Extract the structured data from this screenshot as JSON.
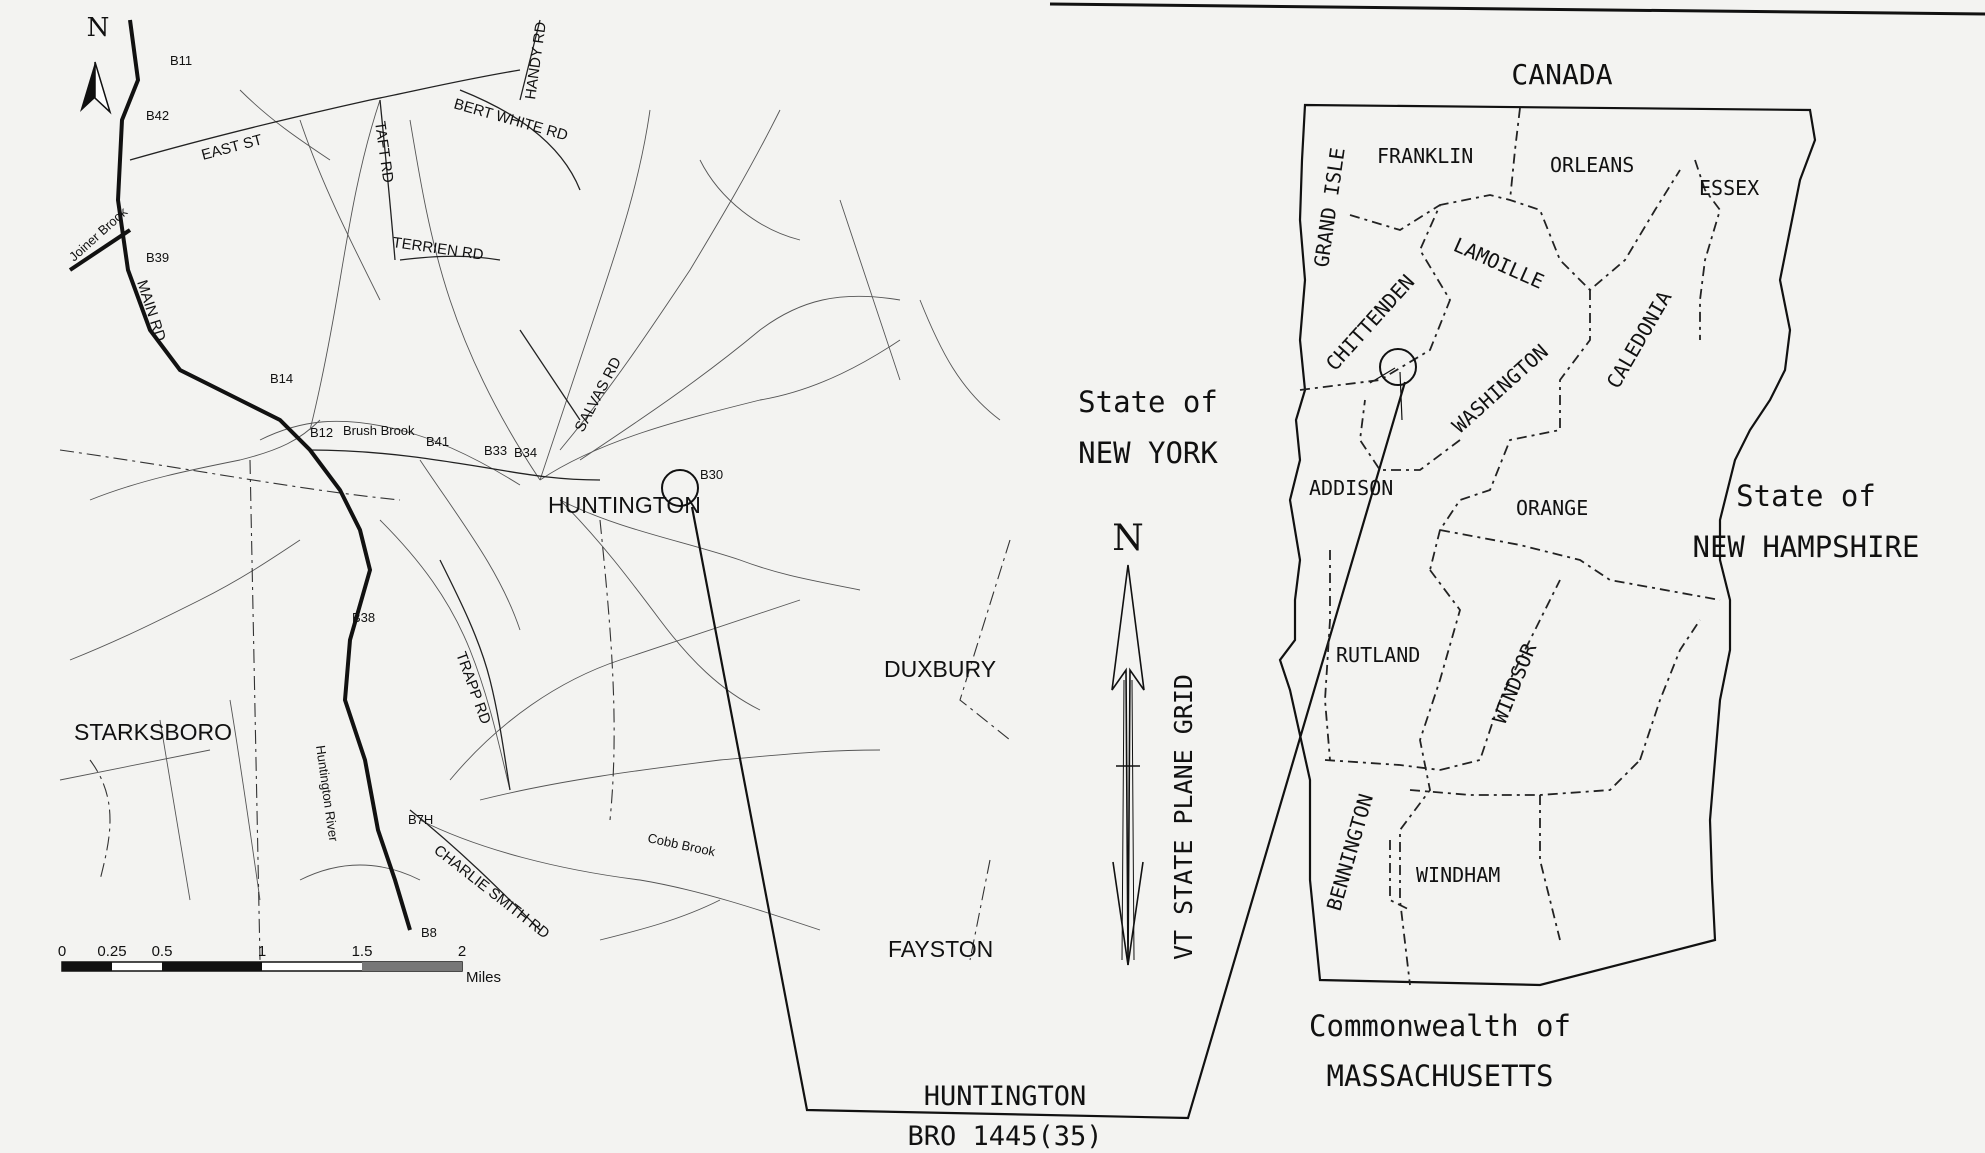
{
  "locator_map": {
    "north_label": "N",
    "towns": [
      "HUNTINGTON",
      "STARKSBORO",
      "DUXBURY",
      "FAYSTON"
    ],
    "roads": [
      "EAST ST",
      "BERT WHITE RD",
      "HANDY RD",
      "TAFT RD",
      "TERRIEN RD",
      "MAIN RD",
      "SALVAS RD",
      "TRAPP RD",
      "CHARLIE SMITH RD"
    ],
    "streams": [
      "Joiner Brook",
      "Brush Brook",
      "Huntington River",
      "Cobb Brook"
    ],
    "bridges": [
      "B11",
      "B42",
      "B39",
      "B14",
      "B12",
      "B41",
      "B33",
      "B34",
      "B30",
      "B38",
      "B7H",
      "B8"
    ],
    "scale": {
      "ticks": [
        "0",
        "0.25",
        "0.5",
        "1",
        "1.5",
        "2"
      ],
      "unit": "Miles"
    }
  },
  "grid_arrow": {
    "north_label": "N",
    "label": "VT STATE PLANE GRID"
  },
  "vermont_inset": {
    "neighbors": {
      "north": "CANADA",
      "west_line1": "State of",
      "west_line2": "NEW YORK",
      "east_line1": "State of",
      "east_line2": "NEW HAMPSHIRE",
      "south_line1": "Commonwealth of",
      "south_line2": "MASSACHUSETTS"
    },
    "counties": [
      "FRANKLIN",
      "ORLEANS",
      "ESSEX",
      "GRAND ISLE",
      "LAMOILLE",
      "CHITTENDEN",
      "CALEDONIA",
      "WASHINGTON",
      "ADDISON",
      "ORANGE",
      "RUTLAND",
      "WINDSOR",
      "BENNINGTON",
      "WINDHAM"
    ]
  },
  "site_label": {
    "town": "HUNTINGTON",
    "project": "BRO 1445(35)"
  }
}
